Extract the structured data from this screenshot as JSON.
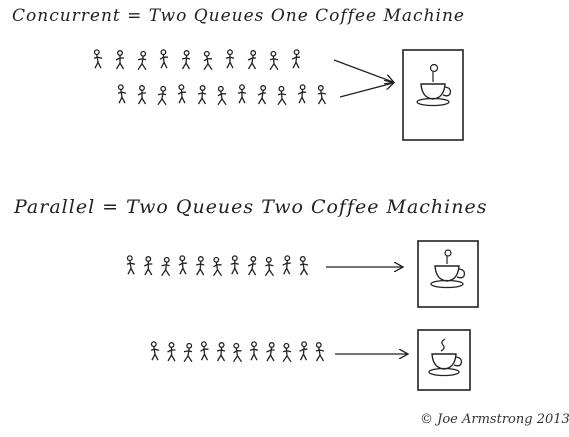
{
  "titles": {
    "concurrent": "Concurrent = Two Queues One Coffee Machine",
    "parallel": "Parallel = Two Queues Two Coffee Machines"
  },
  "copyright": "© Joe Armstrong 2013",
  "icons": {
    "person": "stick-figure-icon",
    "machine": "coffee-machine-icon",
    "cup": "coffee-cup-icon",
    "arrow": "arrow-right-icon"
  },
  "colors": {
    "ink": "#222222",
    "paper": "#ffffff"
  }
}
